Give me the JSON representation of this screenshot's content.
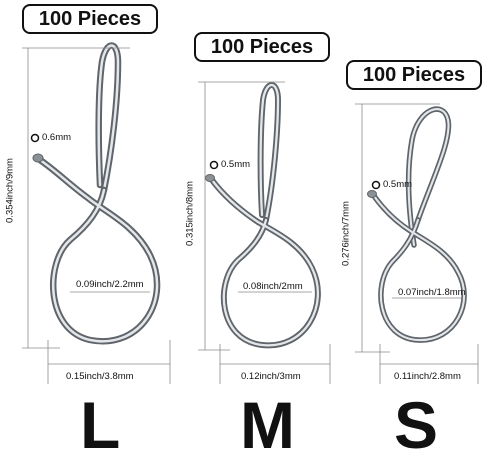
{
  "large": {
    "badge": "100 Pieces",
    "wire": "0.6mm",
    "height": "0.354inch/9mm",
    "inner": "0.09inch/2.2mm",
    "width": "0.15inch/3.8mm",
    "size": "L"
  },
  "medium": {
    "badge": "100 Pieces",
    "wire": "0.5mm",
    "height": "0.315inch/8mm",
    "inner": "0.08inch/2mm",
    "width": "0.12inch/3mm",
    "size": "M"
  },
  "small": {
    "badge": "100 Pieces",
    "wire": "0.5mm",
    "height": "0.276inch/7mm",
    "inner": "0.07inch/1.8mm",
    "width": "0.11inch/2.8mm",
    "size": "S"
  },
  "colors": {
    "wire_dark": "#6f7479",
    "wire_light": "#e8ebee",
    "dimension_line": "#8a8a8a"
  }
}
